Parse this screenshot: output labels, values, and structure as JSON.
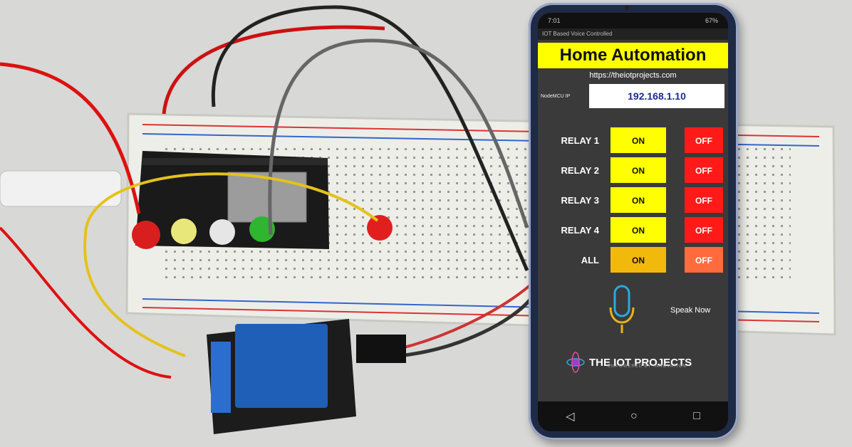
{
  "app": {
    "app_bar_title": "IOT Based Voice Controlled",
    "title": "Home Automation",
    "url": "https://theiotprojects.com",
    "ip_label": "NodeMCU IP",
    "ip_value": "192.168.1.10",
    "relays": [
      {
        "label": "RELAY 1",
        "on": "ON",
        "off": "OFF"
      },
      {
        "label": "RELAY 2",
        "on": "ON",
        "off": "OFF"
      },
      {
        "label": "RELAY 3",
        "on": "ON",
        "off": "OFF"
      },
      {
        "label": "RELAY 4",
        "on": "ON",
        "off": "OFF"
      }
    ],
    "all": {
      "label": "ALL",
      "on": "ON",
      "off": "OFF"
    },
    "voice_label": "Speak Now",
    "brand_name": "THE IOT PROJECTS",
    "brand_tagline": "EMPOWERED BY INNOVATION",
    "colors": {
      "title_bg": "#ffff00",
      "on_bg": "#ffff00",
      "off_bg": "#ff1a1a",
      "all_on_bg": "#f2b90d",
      "all_off_bg": "#ff6b3d",
      "ip_text": "#1d2b8c"
    }
  },
  "status_bar": {
    "left": "7:01",
    "right": "67%"
  },
  "nav_icons": [
    "back-icon",
    "home-icon",
    "recents-icon"
  ]
}
